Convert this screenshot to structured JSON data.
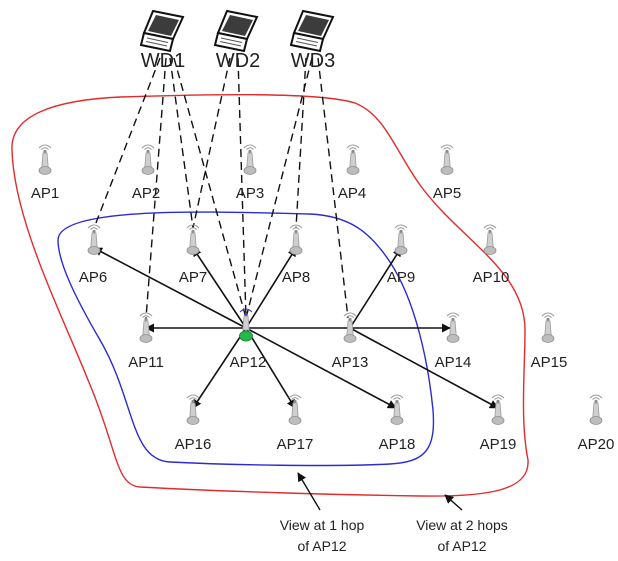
{
  "colors": {
    "two_hop_region": "#e32b2b",
    "one_hop_region": "#2b2bd6",
    "link": "#111111",
    "ap_body": "#c6c6c6",
    "ap12_base": "#22b84a"
  },
  "devices": {
    "wd1": "WD1",
    "wd2": "WD2",
    "wd3": "WD3"
  },
  "aps": {
    "ap1": "AP1",
    "ap2": "AP2",
    "ap3": "AP3",
    "ap4": "AP4",
    "ap5": "AP5",
    "ap6": "AP6",
    "ap7": "AP7",
    "ap8": "AP8",
    "ap9": "AP9",
    "ap10": "AP10",
    "ap11": "AP11",
    "ap12": "AP12",
    "ap13": "AP13",
    "ap14": "AP14",
    "ap15": "AP15",
    "ap16": "AP16",
    "ap17": "AP17",
    "ap18": "AP18",
    "ap19": "AP19",
    "ap20": "AP20"
  },
  "captions": {
    "one_hop_line1": "View at 1 hop",
    "one_hop_line2": "of AP12",
    "two_hop_line1": "View at 2 hops",
    "two_hop_line2": "of AP12"
  },
  "icons": {
    "access_point": "access-point-icon",
    "laptop": "laptop-icon"
  }
}
